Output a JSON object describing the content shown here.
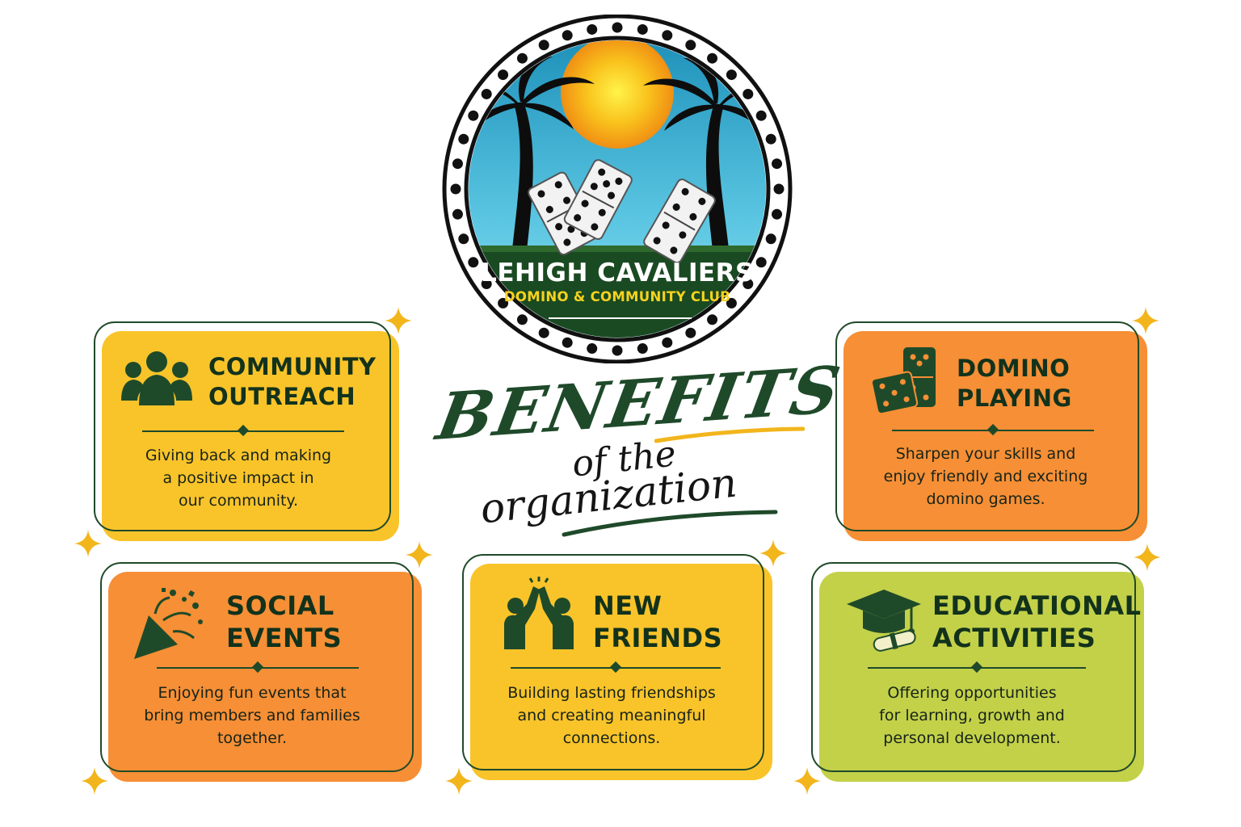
{
  "logo": {
    "name": "LEHIGH CAVALIERS",
    "subtitle": "DOMINO & COMMUNITY CLUB"
  },
  "heading": {
    "line1": "BENEFITS",
    "line2": "of the",
    "line3": "organization"
  },
  "cards": {
    "community": {
      "title": "COMMUNITY\nOUTREACH",
      "description": "Giving back and making\na positive impact in\nour community.",
      "icon": "people-group-icon",
      "color": "#f9c42a"
    },
    "domino": {
      "title": "DOMINO\nPLAYING",
      "description": "Sharpen your skills and\nenjoy friendly and exciting\ndomino games.",
      "icon": "domino-tiles-icon",
      "color": "#f68f35"
    },
    "social": {
      "title": "SOCIAL\nEVENTS",
      "description": "Enjoying fun events that\nbring members and families\ntogether.",
      "icon": "party-popper-icon",
      "color": "#f68f35"
    },
    "friends": {
      "title": "NEW\nFRIENDS",
      "description": "Building lasting friendships\nand creating meaningful\nconnections.",
      "icon": "high-five-icon",
      "color": "#f9c42a"
    },
    "education": {
      "title": "EDUCATIONAL\nACTIVITIES",
      "description": "Offering opportunities\nfor learning, growth and\npersonal development.",
      "icon": "graduation-cap-icon",
      "color": "#c3d149"
    }
  },
  "colors": {
    "dark_green": "#1f4a2a",
    "yellow": "#f9c42a",
    "orange": "#f68f35",
    "lime": "#c3d149",
    "gold_star": "#f2b51c"
  }
}
